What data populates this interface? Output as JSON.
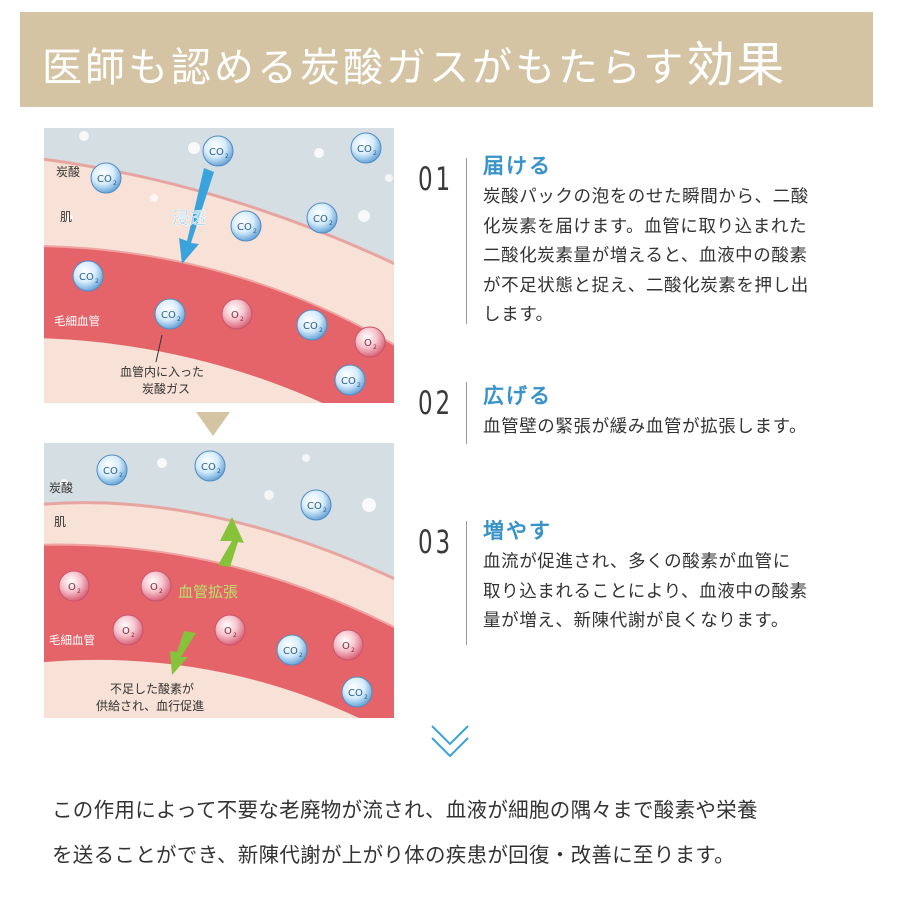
{
  "banner": {
    "title_main": "医師も認める炭酸ガスがもたらす",
    "title_big": "効果"
  },
  "panel1": {
    "label_carbonic": "炭酸",
    "label_skin": "肌",
    "label_permeate": "浸透",
    "label_capillary": "毛細血管",
    "callout_line1": "血管内に入った",
    "callout_line2": "炭酸ガス",
    "co2": "CO",
    "o2": "O",
    "sub": "2"
  },
  "panel2": {
    "label_carbonic": "炭酸",
    "label_skin": "肌",
    "label_dilation": "血管拡張",
    "label_capillary": "毛細血管",
    "callout_line1": "不足した酸素が",
    "callout_line2": "供給され、血行促進"
  },
  "steps": [
    {
      "num": "01",
      "title": "届ける",
      "lines": [
        "炭酸パックの泡をのせた瞬間から、二酸",
        "化炭素を届けます。血管に取り込まれた",
        "二酸化炭素量が増えると、血液中の酸素",
        "が不足状態と捉え、二酸化炭素を押し出",
        "します。"
      ]
    },
    {
      "num": "02",
      "title": "広げる",
      "lines": [
        "血管壁の緊張が緩み血管が拡張します。"
      ]
    },
    {
      "num": "03",
      "title": "増やす",
      "lines": [
        "血流が促進され、多くの酸素が血管に",
        "取り込まれることにより、血液中の酸素",
        "量が増え、新陳代謝が良くなります。"
      ]
    }
  ],
  "bottom": {
    "line1": "この作用によって不要な老廃物が流され、血液が細胞の隅々まで酸素や栄養",
    "line2": "を送ることができ、新陳代謝が上がり体の疾患が回復・改善に至ります。"
  },
  "colors": {
    "banner": "#d4c4a3",
    "step_title": "#3793c9",
    "vessel": "#e4646a",
    "skin": "#f8e1d6",
    "air": "#d5dee3",
    "accent_green": "#86c23a",
    "accent_blue": "#3aa3dc"
  }
}
